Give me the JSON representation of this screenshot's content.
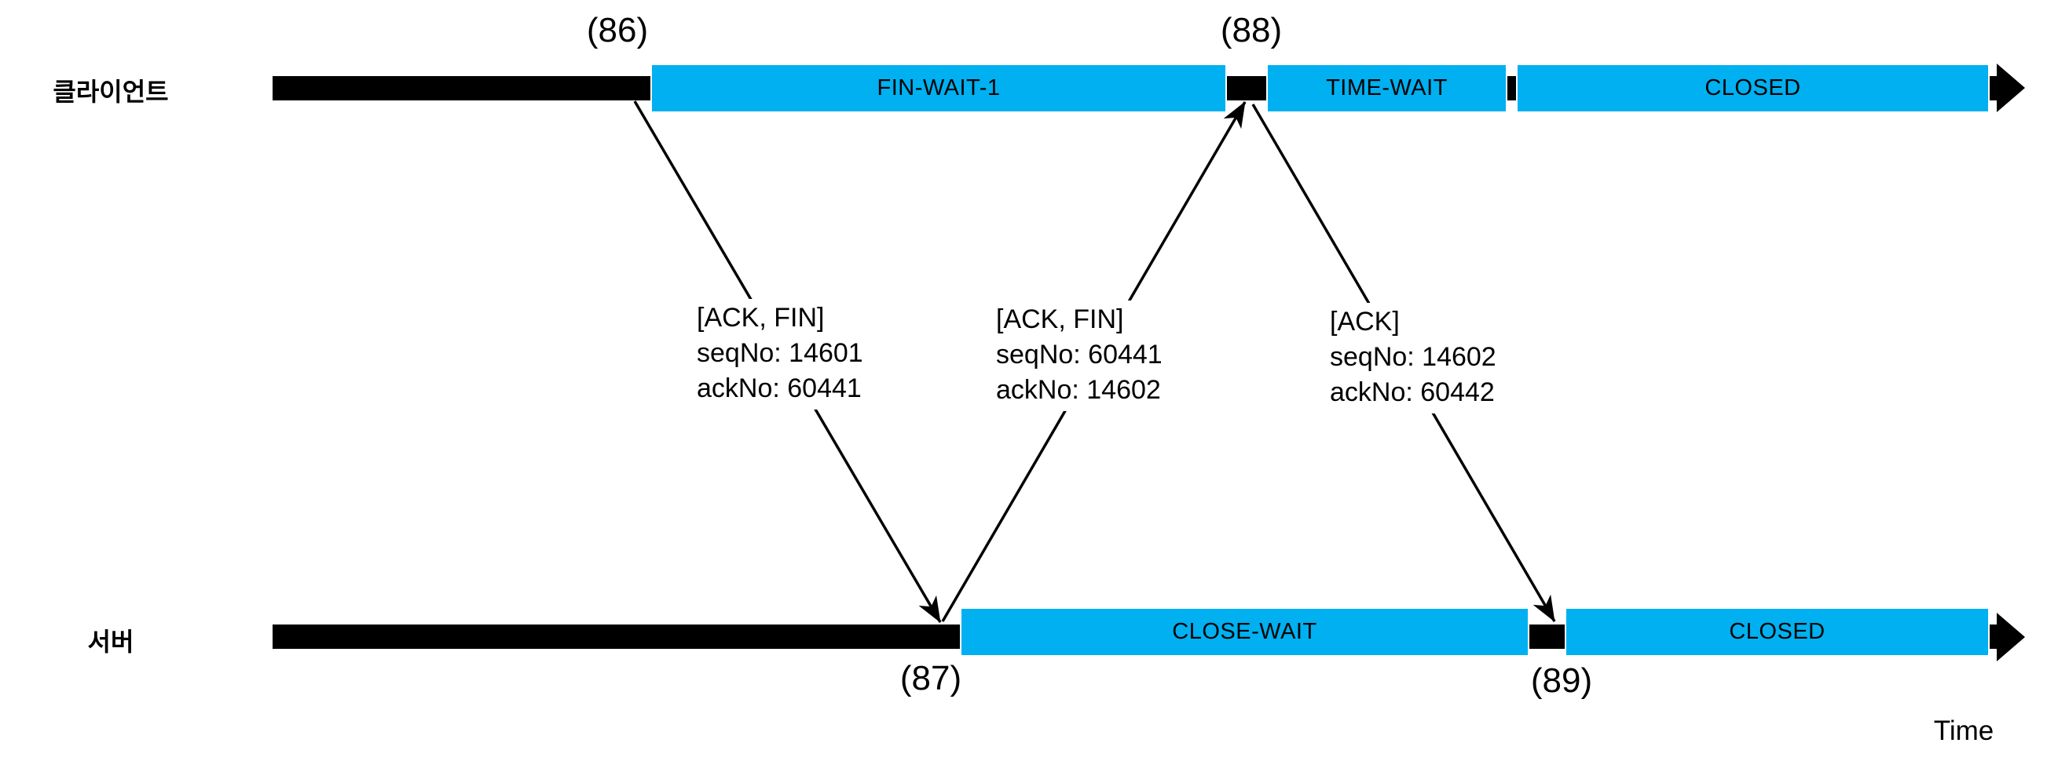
{
  "colors": {
    "state_fill": "#00B0F0",
    "timeline": "#000000",
    "background": "#FFFFFF",
    "text": "#000000"
  },
  "client": {
    "label": "클라이언트",
    "states": [
      {
        "label": "FIN-WAIT-1"
      },
      {
        "label": "TIME-WAIT"
      },
      {
        "label": "CLOSED"
      }
    ],
    "events": [
      {
        "label": "(86)"
      },
      {
        "label": "(88)"
      }
    ]
  },
  "server": {
    "label": "서버",
    "states": [
      {
        "label": "CLOSE-WAIT"
      },
      {
        "label": "CLOSED"
      }
    ],
    "events": [
      {
        "label": "(87)"
      },
      {
        "label": "(89)"
      }
    ]
  },
  "messages": [
    {
      "flags": "[ACK, FIN]",
      "seq": "seqNo: 14601",
      "ack": "ackNo: 60441",
      "direction": "client-to-server"
    },
    {
      "flags": "[ACK, FIN]",
      "seq": "seqNo: 60441",
      "ack": "ackNo: 14602",
      "direction": "server-to-client"
    },
    {
      "flags": "[ACK]",
      "seq": "seqNo: 14602",
      "ack": "ackNo: 60442",
      "direction": "client-to-server"
    }
  ],
  "time_label": "Time"
}
